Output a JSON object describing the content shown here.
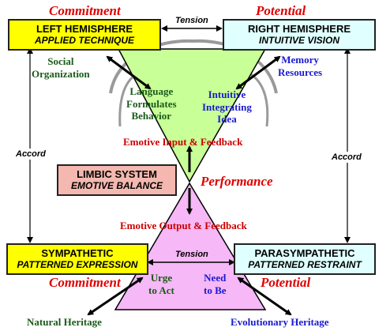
{
  "headings": {
    "commitment_top": "Commitment",
    "potential_top": "Potential",
    "performance": "Performance",
    "commitment_bottom": "Commitment",
    "potential_bottom": "Potential"
  },
  "boxes": {
    "left_hemisphere": {
      "line1": "LEFT HEMISPHERE",
      "line2": "APPLIED TECHNIQUE"
    },
    "right_hemisphere": {
      "line1": "RIGHT HEMISPHERE",
      "line2": "INTUITIVE VISION"
    },
    "limbic_system": {
      "line1": "LIMBIC SYSTEM",
      "line2": "EMOTIVE BALANCE"
    },
    "sympathetic": {
      "line1": "SYMPATHETIC",
      "line2": "PATTERNED EXPRESSION"
    },
    "parasympathetic": {
      "line1": "PARASYMPATHETIC",
      "line2": "PATTERNED RESTRAINT"
    }
  },
  "connectors": {
    "tension_top": "Tension",
    "tension_bottom": "Tension",
    "accord_left": "Accord",
    "accord_right": "Accord"
  },
  "labels": {
    "social_organization": [
      "Social",
      "Organization"
    ],
    "memory_resources": [
      "Memory",
      "Resources"
    ],
    "language_formulates": [
      "Language",
      "Formulates",
      "Behavior"
    ],
    "intuitive_integrating": [
      "Intuitive",
      "Integrating",
      "Idea"
    ],
    "emotive_input": "Emotive Input & Feedback",
    "emotive_output": "Emotive Output & Feedback",
    "urge_to_act": [
      "Urge",
      "to Act"
    ],
    "need_to_be": [
      "Need",
      "to Be"
    ],
    "natural_heritage": "Natural Heritage",
    "evolutionary_heritage": "Evolutionary Heritage"
  },
  "colors": {
    "left_box": "#ffff00",
    "right_box": "#e0ffff",
    "limbic_box": "#f4b8b0",
    "upper_triangle": "#c8ff96",
    "lower_triangle": "#f6b8f6",
    "commitment_red": "#e00000",
    "green_text": "#1a5a1a",
    "blue_text": "#1a1ad0"
  }
}
